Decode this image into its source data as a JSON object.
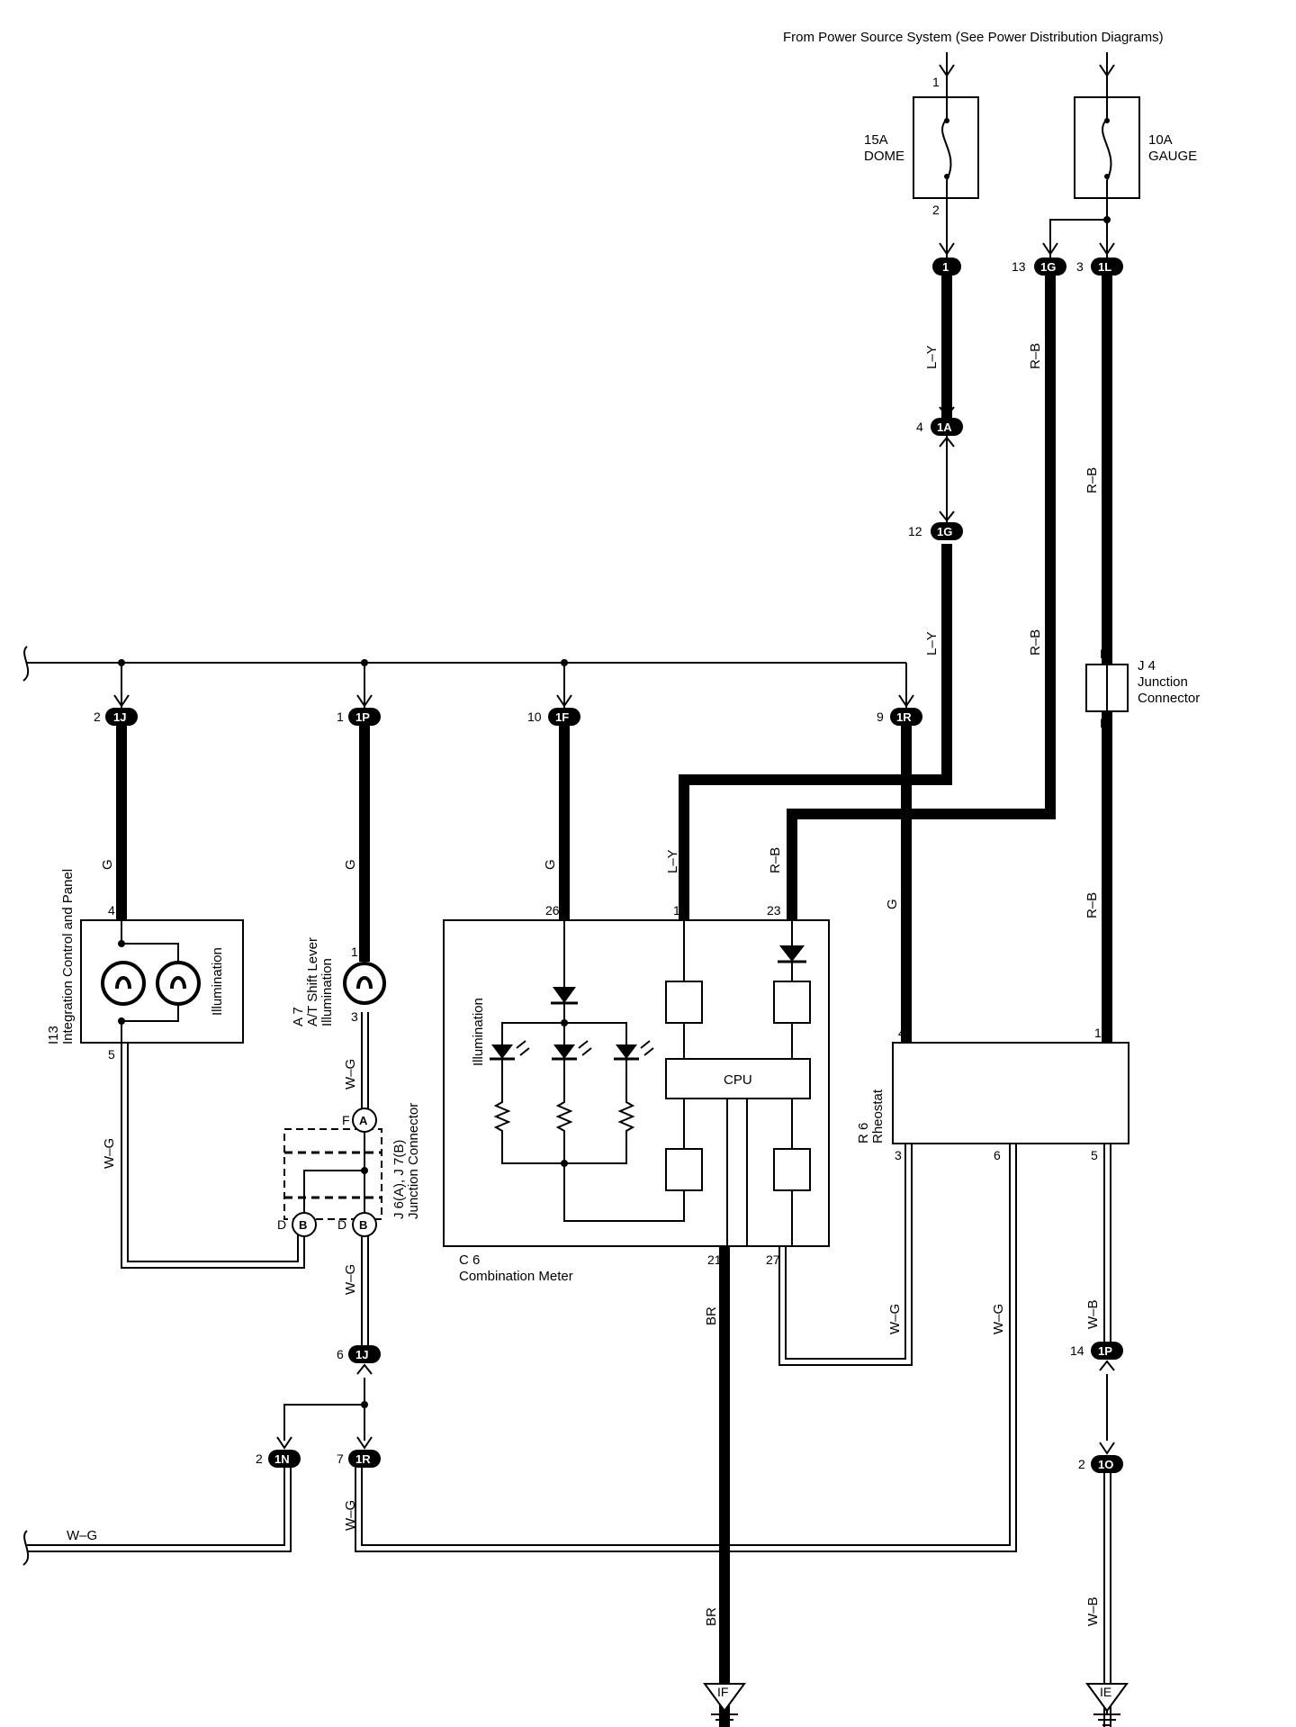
{
  "header": {
    "power_source": "From Power Source System (See Power Distribution Diagrams)"
  },
  "fuses": [
    {
      "rating": "15A",
      "name": "DOME",
      "pin_in": "1",
      "pin_out": "2"
    },
    {
      "rating": "10A",
      "name": "GAUGE"
    }
  ],
  "connectors": {
    "c1": {
      "id": "1",
      "pin": ""
    },
    "c1G13": {
      "id": "1G",
      "pin": "13"
    },
    "c1L3": {
      "id": "1L",
      "pin": "3"
    },
    "c1A4": {
      "id": "1A",
      "pin": "4"
    },
    "c1G12": {
      "id": "1G",
      "pin": "12"
    },
    "c1J2": {
      "id": "1J",
      "pin": "2"
    },
    "c1P1": {
      "id": "1P",
      "pin": "1"
    },
    "c1F10": {
      "id": "1F",
      "pin": "10"
    },
    "c1R9": {
      "id": "1R",
      "pin": "9"
    },
    "c1J6": {
      "id": "1J",
      "pin": "6"
    },
    "c1N2": {
      "id": "1N",
      "pin": "2"
    },
    "c1R7": {
      "id": "1R",
      "pin": "7"
    },
    "c1P14": {
      "id": "1P",
      "pin": "14"
    },
    "c1O2": {
      "id": "1O",
      "pin": "2"
    },
    "cA": {
      "id": "A",
      "pin": "F"
    },
    "cBl": {
      "id": "B",
      "pin": "D"
    },
    "cBr": {
      "id": "B",
      "pin": "D"
    }
  },
  "wires": {
    "ly1": "L–Y",
    "ly2": "L–Y",
    "ly3": "L–Y",
    "rb1": "R–B",
    "rb2": "R–B",
    "rb3": "R–B",
    "rb4": "R–B",
    "rb5": "R–B",
    "g1": "G",
    "g2": "G",
    "g3": "G",
    "g4": "G",
    "wg1": "W–G",
    "wg2": "W–G",
    "wg3": "W–G",
    "wg4": "W–G",
    "wg5": "W–G",
    "wg6": "W–G",
    "wg7": "W–G",
    "br1": "BR",
    "br2": "BR",
    "wb1": "W–B",
    "wb2": "W–B"
  },
  "components": {
    "i13": {
      "id": "I13",
      "name": "Integration Control and Panel",
      "inner": "Illumination",
      "pin_top": "4",
      "pin_bottom": "5"
    },
    "a7": {
      "id": "A 7",
      "name": "A/T Shift Lever",
      "sub": "Illumination",
      "pin_top": "1",
      "pin_bottom": "3"
    },
    "j6": {
      "id": "J 6(A), J 7(B)",
      "name": "Junction Connector"
    },
    "j4": {
      "id": "J 4",
      "name1": "Junction",
      "name2": "Connector",
      "pin_top": "B",
      "pin_bottom": "B"
    },
    "c6": {
      "id": "C 6",
      "name": "Combination Meter",
      "inner_label": "Illumination",
      "cpu": "CPU",
      "pin26": "26",
      "pin1": "1",
      "pin23": "23",
      "pin21": "21",
      "pin27": "27"
    },
    "r6": {
      "id": "R 6",
      "name": "Rheostat",
      "pin4": "4",
      "pin1": "1",
      "pin3": "3",
      "pin6": "6",
      "pin5": "5"
    }
  },
  "grounds": {
    "left": "IF",
    "right": "IE"
  }
}
